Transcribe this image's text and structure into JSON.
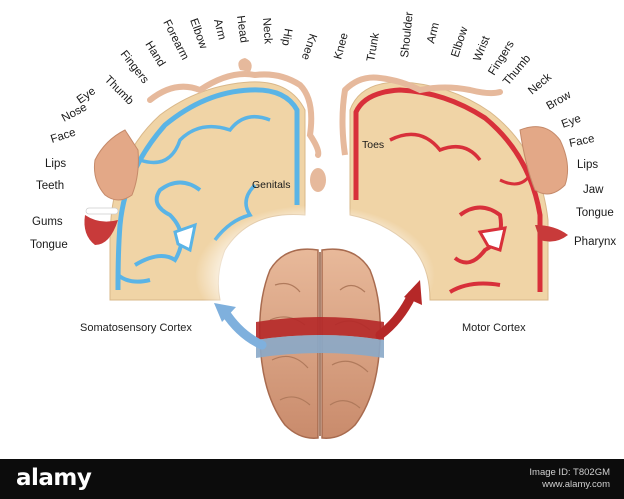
{
  "sensory_labels": [
    "Tongue",
    "Gums",
    "Teeth",
    "Lips",
    "Face",
    "Nose",
    "Eye",
    "Thumb",
    "Fingers",
    "Hand",
    "Forearm",
    "Elbow",
    "Arm",
    "Head",
    "Neck",
    "Hip",
    "Knee"
  ],
  "sensory_inner": {
    "genitals": "Genitals"
  },
  "motor_labels": [
    "Knee",
    "Trunk",
    "Shoulder",
    "Arm",
    "Elbow",
    "Wrist",
    "Fingers",
    "Thumb",
    "Neck",
    "Brow",
    "Eye",
    "Face",
    "Lips",
    "Jaw",
    "Tongue",
    "Pharynx"
  ],
  "motor_inner": {
    "toes": "Toes"
  },
  "captions": {
    "left": "Somatosensory Cortex",
    "right": "Motor Cortex"
  },
  "footer": {
    "brand": "alamy",
    "image_id": "Image ID: T802GM",
    "url": "www.alamy.com"
  },
  "colors": {
    "sensory": "#5ab4e6",
    "motor": "#d8303a",
    "tissue": "#f2d8ae",
    "band_dark": "#b02a2a"
  }
}
